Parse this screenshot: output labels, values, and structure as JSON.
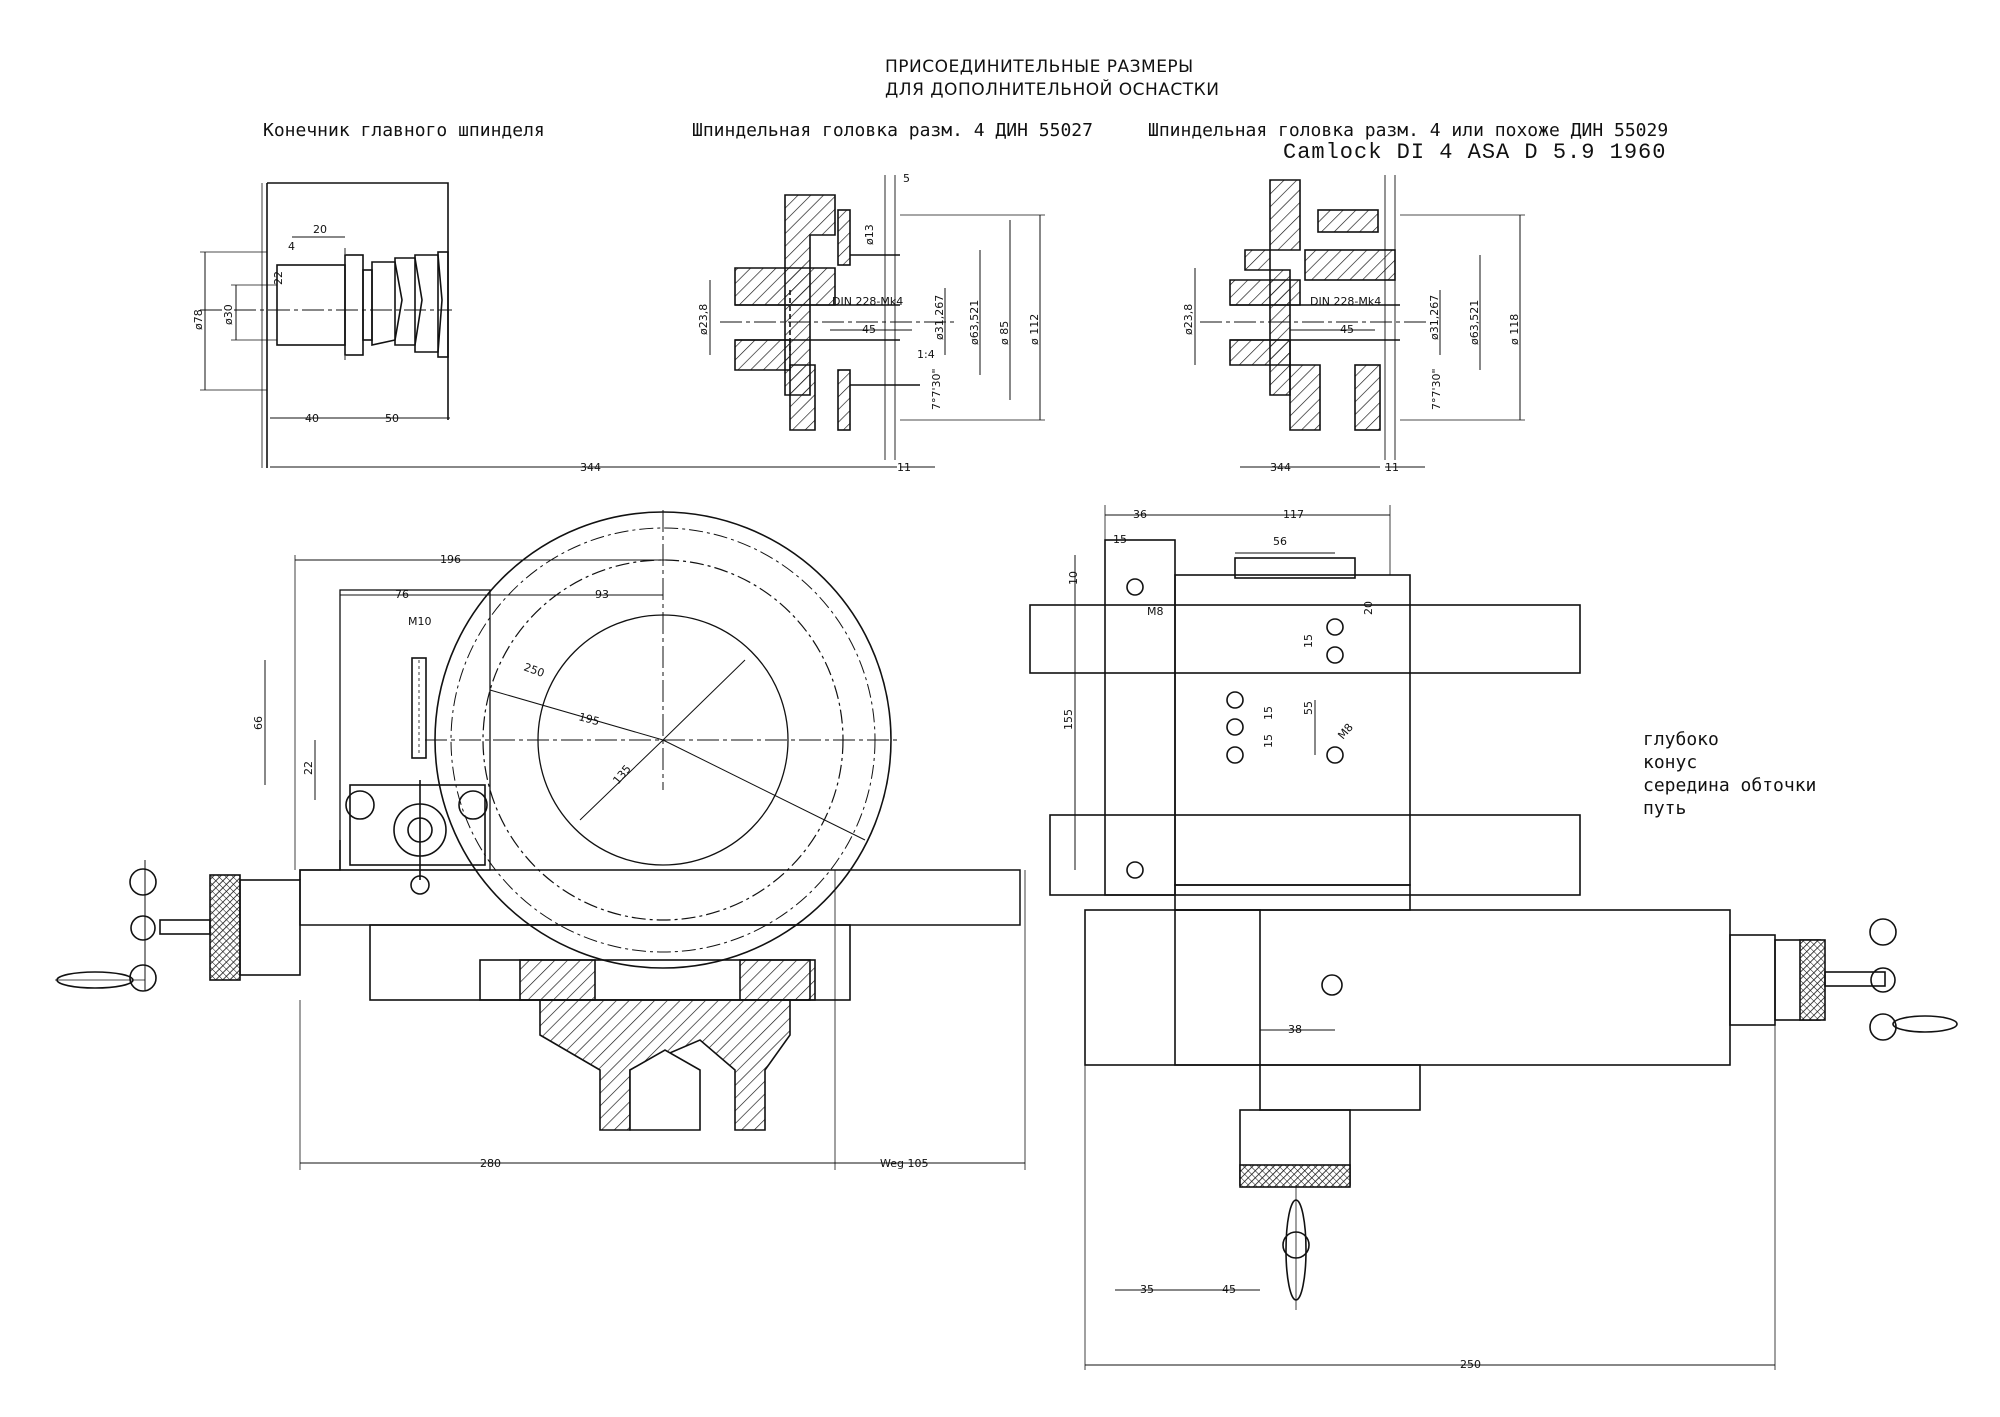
{
  "sheet": {
    "title_line1": "ПРИСОЕДИНИТЕЛЬНЫЕ РАЗМЕРЫ",
    "title_line2": "ДЛЯ ДОПОЛНИТЕЛЬНОЙ ОСНАСТКИ",
    "headings": {
      "spindle_nose": "Конечник главного шпинделя",
      "head_55027": "Шпиндельная головка разм. 4 ДИН 55027",
      "head_55029": "Шпиндельная головка разм. 4 или похоже ДИН 55029",
      "camlock": "Camlock DI 4 ASA D 5.9 1960"
    },
    "notes": [
      "глубоко",
      "конус",
      "середина обточки",
      "путь"
    ]
  },
  "dims": {
    "d20": "20",
    "d4": "4",
    "d22": "22",
    "d78": "ø78",
    "d30": "ø30",
    "d40": "40",
    "d50": "50",
    "d344": "344",
    "d11": "11",
    "d5": "5",
    "d13": "ø13",
    "d238": "ø23,8",
    "din228": "DIN 228-Mk4",
    "d45": "45",
    "d31267": "ø31,267",
    "d63521": "ø63,521",
    "d85": "ø 85",
    "d112": "ø 112",
    "d118": "ø 118",
    "taper": "1:4",
    "angle": "7°7'30\"",
    "d196": "196",
    "d76": "76",
    "d93": "93",
    "m10": "M10",
    "d66": "66",
    "r250": "250",
    "r195": "195",
    "r135": "135",
    "d280": "280",
    "weg": "Weg 105",
    "d36": "36",
    "d117": "117",
    "d15": "15",
    "d56": "56",
    "d10": "10",
    "m8": "M8",
    "d155": "155",
    "d55": "55",
    "d38": "38",
    "d35": "35",
    "d250": "250"
  }
}
